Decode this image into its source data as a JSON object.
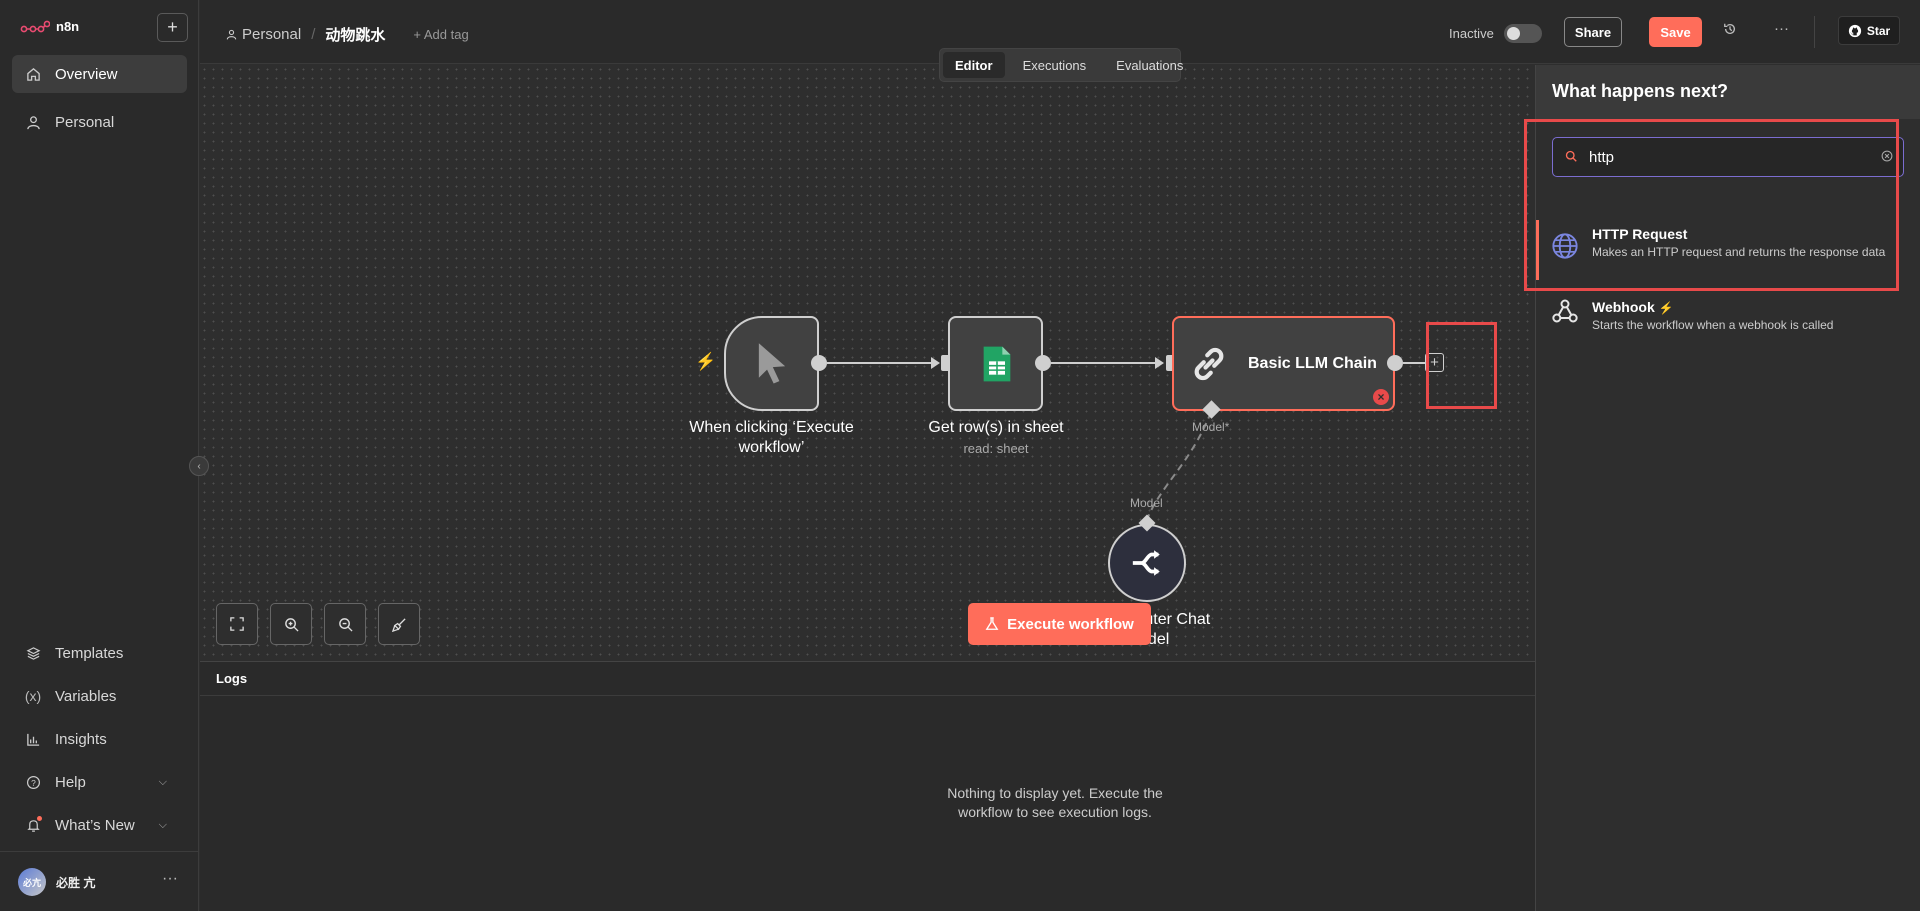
{
  "app": {
    "name": "n8n"
  },
  "sidebar": {
    "items": [
      {
        "label": "Overview"
      },
      {
        "label": "Personal"
      },
      {
        "label": "Templates"
      },
      {
        "label": "Variables"
      },
      {
        "label": "Insights"
      },
      {
        "label": "Help"
      },
      {
        "label": "What’s New"
      }
    ],
    "user": {
      "name": "必胜 亢",
      "initials": "必亢"
    }
  },
  "header": {
    "project": "Personal",
    "workflow_name": "动物跳水",
    "add_tag": "+ Add tag",
    "status_label": "Inactive",
    "share": "Share",
    "save": "Save",
    "github": "Star"
  },
  "tabs": [
    {
      "label": "Editor"
    },
    {
      "label": "Executions"
    },
    {
      "label": "Evaluations"
    }
  ],
  "nodes": {
    "trigger": {
      "label": "When clicking ‘Execute workflow’"
    },
    "sheet": {
      "label": "Get row(s) in sheet",
      "sub": "read: sheet"
    },
    "llm": {
      "label": "Basic LLM Chain",
      "port_label": "Model*"
    },
    "model": {
      "label": "OpenRouter Chat Model",
      "port_label": "Model"
    }
  },
  "execute_button": "Execute workflow",
  "logs": {
    "title": "Logs",
    "empty": "Nothing to display yet. Execute the workflow to see execution logs."
  },
  "panel": {
    "title": "What happens next?",
    "search_value": "http",
    "results": [
      {
        "title": "HTTP Request",
        "desc": "Makes an HTTP request and returns the response data",
        "icon": "globe-icon"
      },
      {
        "title": "Webhook",
        "desc": "Starts the workflow when a webhook is called",
        "icon": "webhook-icon"
      }
    ]
  },
  "colors": {
    "accent": "#ff6d5a",
    "highlight": "#e84a4a",
    "sheets_green": "#21a464",
    "search_border": "#7b6dd0"
  }
}
